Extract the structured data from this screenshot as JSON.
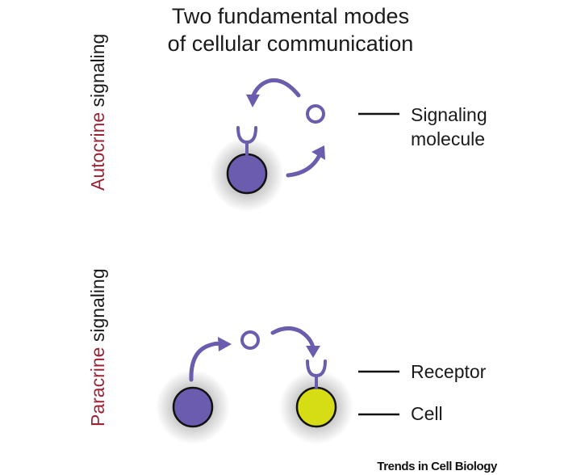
{
  "title": {
    "line1": "Two fundamental modes",
    "line2": "of cellular communication"
  },
  "modes": {
    "autocrine": {
      "kind": "Autocrine",
      "word": "signaling"
    },
    "paracrine": {
      "kind": "Paracrine",
      "word": "signaling"
    }
  },
  "legend": {
    "signaling_molecule_line1": "Signaling",
    "signaling_molecule_line2": "molecule",
    "receptor": "Receptor",
    "cell": "Cell"
  },
  "source": "Trends in Cell Biology",
  "colors": {
    "signal_purple": "#6b5cad",
    "cell_purple": "#6c5cb0",
    "cell_yellow": "#d7dd14",
    "label_red": "#9b2335",
    "outline": "#111111"
  }
}
